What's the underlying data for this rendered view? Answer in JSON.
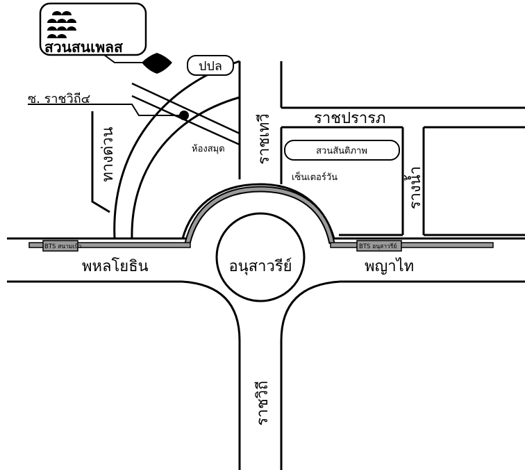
{
  "brand": {
    "name": "สวนสนเพลส"
  },
  "colors": {
    "rail_fill": "#9a9a9a",
    "ink": "#000000",
    "paper": "#ffffff"
  },
  "roads": {
    "phahon_yothin": "พหลโยธิน",
    "phaya_thai": "พญาไท",
    "ratchawithi": "ราชวิถี",
    "ratchawithi_lower": "ราชวิถี",
    "ratchathewi": "ราชเทวี",
    "ratchaprarop": "ราชปรารภ",
    "rang_nam": "รางน้ำ",
    "thang_duan": "ทางด่วน",
    "soi": "ซ. ราชวิถี๔"
  },
  "landmarks": {
    "monument": "อนุสาวรีย์",
    "pplus": "ปปล",
    "library": "ห้องสมุด",
    "santiphap_park": "สวนสันติภาพ",
    "center_one": "เซ็นเตอร์วัน"
  },
  "stations": {
    "sanam_pao": "BTS สนามเป้า",
    "victory": "BTS อนุสาวรีย์"
  }
}
